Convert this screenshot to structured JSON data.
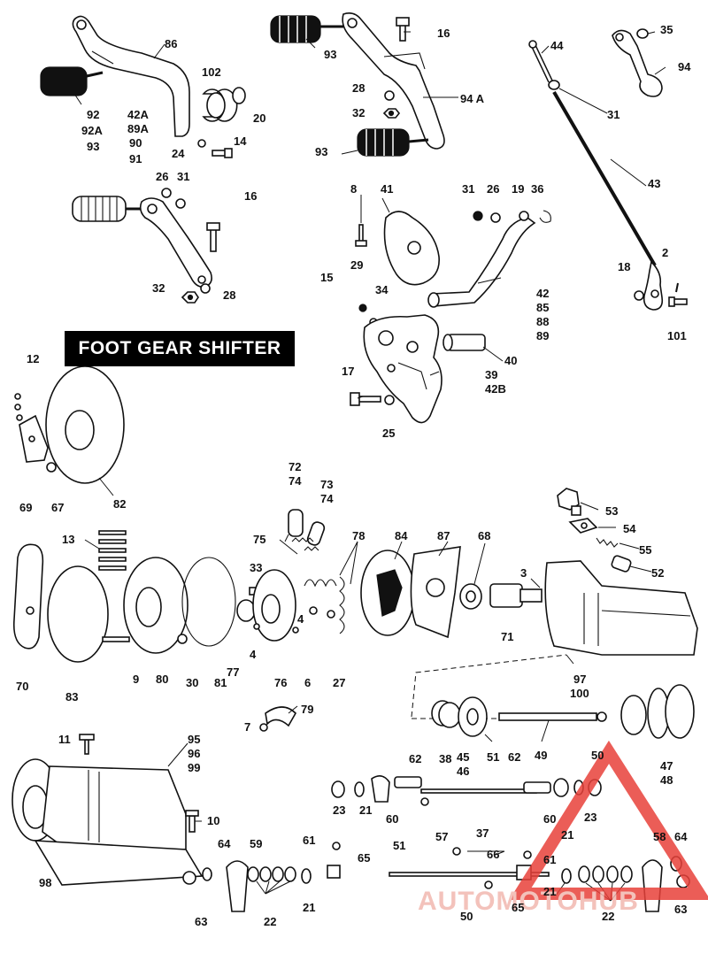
{
  "title": "FOOT GEAR SHIFTER",
  "watermark": "AUTOMOTOHUB",
  "accent_color": "#e8413a",
  "watermark_text_color": "#f2b8b0",
  "labels": [
    {
      "id": "l86",
      "text": "86"
    },
    {
      "id": "l102",
      "text": "102"
    },
    {
      "id": "l20",
      "text": "20"
    },
    {
      "id": "l92",
      "text": "92"
    },
    {
      "id": "l92A",
      "text": "92A"
    },
    {
      "id": "l93a",
      "text": "93"
    },
    {
      "id": "l42A",
      "text": "42A"
    },
    {
      "id": "l89A",
      "text": "89A"
    },
    {
      "id": "l90",
      "text": "90"
    },
    {
      "id": "l91",
      "text": "91"
    },
    {
      "id": "l24",
      "text": "24"
    },
    {
      "id": "l14",
      "text": "14"
    },
    {
      "id": "l26a",
      "text": "26"
    },
    {
      "id": "l31a",
      "text": "31"
    },
    {
      "id": "l16a",
      "text": "16"
    },
    {
      "id": "l32a",
      "text": "32"
    },
    {
      "id": "l28a",
      "text": "28"
    },
    {
      "id": "l93b",
      "text": "93"
    },
    {
      "id": "l16b",
      "text": "16"
    },
    {
      "id": "l94A",
      "text": "94 A"
    },
    {
      "id": "l28b",
      "text": "28"
    },
    {
      "id": "l32b",
      "text": "32"
    },
    {
      "id": "l93c",
      "text": "93"
    },
    {
      "id": "l44",
      "text": "44"
    },
    {
      "id": "l35",
      "text": "35"
    },
    {
      "id": "l94",
      "text": "94"
    },
    {
      "id": "l31b",
      "text": "31"
    },
    {
      "id": "l43",
      "text": "43"
    },
    {
      "id": "l2",
      "text": "2"
    },
    {
      "id": "l18",
      "text": "18"
    },
    {
      "id": "l101",
      "text": "101"
    },
    {
      "id": "l8",
      "text": "8"
    },
    {
      "id": "l41",
      "text": "41"
    },
    {
      "id": "l31c",
      "text": "31"
    },
    {
      "id": "l26b",
      "text": "26"
    },
    {
      "id": "l19",
      "text": "19"
    },
    {
      "id": "l36",
      "text": "36"
    },
    {
      "id": "l29",
      "text": "29"
    },
    {
      "id": "l15",
      "text": "15"
    },
    {
      "id": "l34",
      "text": "34"
    },
    {
      "id": "l42",
      "text": "42"
    },
    {
      "id": "l85",
      "text": "85"
    },
    {
      "id": "l88",
      "text": "88"
    },
    {
      "id": "l89",
      "text": "89"
    },
    {
      "id": "l40",
      "text": "40"
    },
    {
      "id": "l17",
      "text": "17"
    },
    {
      "id": "l39",
      "text": "39"
    },
    {
      "id": "l42B",
      "text": "42B"
    },
    {
      "id": "l25",
      "text": "25"
    },
    {
      "id": "l12",
      "text": "12"
    },
    {
      "id": "l69",
      "text": "69"
    },
    {
      "id": "l67",
      "text": "67"
    },
    {
      "id": "l82",
      "text": "82"
    },
    {
      "id": "l72",
      "text": "72"
    },
    {
      "id": "l74a",
      "text": "74"
    },
    {
      "id": "l73",
      "text": "73"
    },
    {
      "id": "l74b",
      "text": "74"
    },
    {
      "id": "l53",
      "text": "53"
    },
    {
      "id": "l54",
      "text": "54"
    },
    {
      "id": "l55",
      "text": "55"
    },
    {
      "id": "l52",
      "text": "52"
    },
    {
      "id": "l13",
      "text": "13"
    },
    {
      "id": "l75",
      "text": "75"
    },
    {
      "id": "l78",
      "text": "78"
    },
    {
      "id": "l84",
      "text": "84"
    },
    {
      "id": "l87",
      "text": "87"
    },
    {
      "id": "l68",
      "text": "68"
    },
    {
      "id": "l3",
      "text": "3"
    },
    {
      "id": "l33",
      "text": "33"
    },
    {
      "id": "l4a",
      "text": "4"
    },
    {
      "id": "l4b",
      "text": "4"
    },
    {
      "id": "l71",
      "text": "71"
    },
    {
      "id": "l70",
      "text": "70"
    },
    {
      "id": "l83",
      "text": "83"
    },
    {
      "id": "l9",
      "text": "9"
    },
    {
      "id": "l80",
      "text": "80"
    },
    {
      "id": "l30",
      "text": "30"
    },
    {
      "id": "l81",
      "text": "81"
    },
    {
      "id": "l77",
      "text": "77"
    },
    {
      "id": "l76",
      "text": "76"
    },
    {
      "id": "l6",
      "text": "6"
    },
    {
      "id": "l27",
      "text": "27"
    },
    {
      "id": "l97",
      "text": "97"
    },
    {
      "id": "l100",
      "text": "100"
    },
    {
      "id": "l79",
      "text": "79"
    },
    {
      "id": "l7",
      "text": "7"
    },
    {
      "id": "l38",
      "text": "38"
    },
    {
      "id": "l45",
      "text": "45"
    },
    {
      "id": "l46",
      "text": "46"
    },
    {
      "id": "l51a",
      "text": "51"
    },
    {
      "id": "l49",
      "text": "49"
    },
    {
      "id": "l50a",
      "text": "50"
    },
    {
      "id": "l47",
      "text": "47"
    },
    {
      "id": "l48",
      "text": "48"
    },
    {
      "id": "l11",
      "text": "11"
    },
    {
      "id": "l95",
      "text": "95"
    },
    {
      "id": "l96",
      "text": "96"
    },
    {
      "id": "l99",
      "text": "99"
    },
    {
      "id": "l62a",
      "text": "62"
    },
    {
      "id": "l62b",
      "text": "62"
    },
    {
      "id": "l23a",
      "text": "23"
    },
    {
      "id": "l21a",
      "text": "21"
    },
    {
      "id": "l60a",
      "text": "60"
    },
    {
      "id": "l60b",
      "text": "60"
    },
    {
      "id": "l21b",
      "text": "21"
    },
    {
      "id": "l23b",
      "text": "23"
    },
    {
      "id": "l10",
      "text": "10"
    },
    {
      "id": "l51b",
      "text": "51"
    },
    {
      "id": "l61a",
      "text": "61"
    },
    {
      "id": "l57",
      "text": "57"
    },
    {
      "id": "l37",
      "text": "37"
    },
    {
      "id": "l66",
      "text": "66"
    },
    {
      "id": "l61b",
      "text": "61"
    },
    {
      "id": "l58",
      "text": "58"
    },
    {
      "id": "l64a",
      "text": "64"
    },
    {
      "id": "l64b",
      "text": "64"
    },
    {
      "id": "l59",
      "text": "59"
    },
    {
      "id": "l65a",
      "text": "65"
    },
    {
      "id": "l98",
      "text": "98"
    },
    {
      "id": "l63a",
      "text": "63"
    },
    {
      "id": "l22a",
      "text": "22"
    },
    {
      "id": "l21c",
      "text": "21"
    },
    {
      "id": "l50b",
      "text": "50"
    },
    {
      "id": "l65b",
      "text": "65"
    },
    {
      "id": "l21d",
      "text": "21"
    },
    {
      "id": "l22b",
      "text": "22"
    },
    {
      "id": "l63b",
      "text": "63"
    }
  ]
}
